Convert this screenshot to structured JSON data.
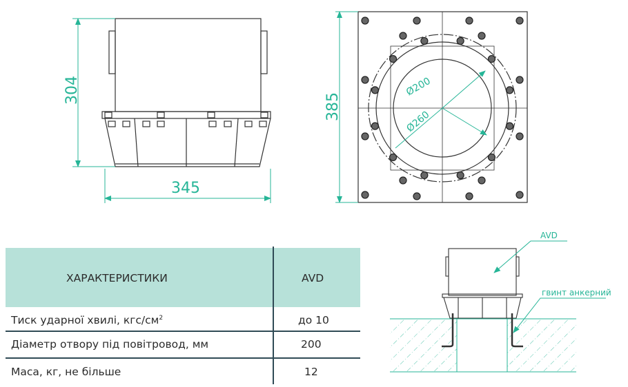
{
  "drawings": {
    "side_view": {
      "height_dim": "304",
      "width_dim": "345"
    },
    "top_view": {
      "height_dim": "385",
      "inner_diameter": "Ø200",
      "outer_diameter": "Ø260"
    },
    "installation": {
      "device_label": "AVD",
      "anchor_label": "гвинт анкерний"
    }
  },
  "table": {
    "headers": [
      "ХАРАКТЕРИСТИКИ",
      "AVD"
    ],
    "rows": [
      {
        "name": "Тиск ударної хвилі, кгс/см",
        "sup": "2",
        "value": "до 10"
      },
      {
        "name": "Діаметр отвору під повітровод, мм",
        "value": "200"
      },
      {
        "name": "Маса, кг, не більше",
        "value": "12"
      }
    ]
  },
  "colors": {
    "accent": "#26b597",
    "header_bg": "#b7e1d9",
    "line": "#333333"
  }
}
